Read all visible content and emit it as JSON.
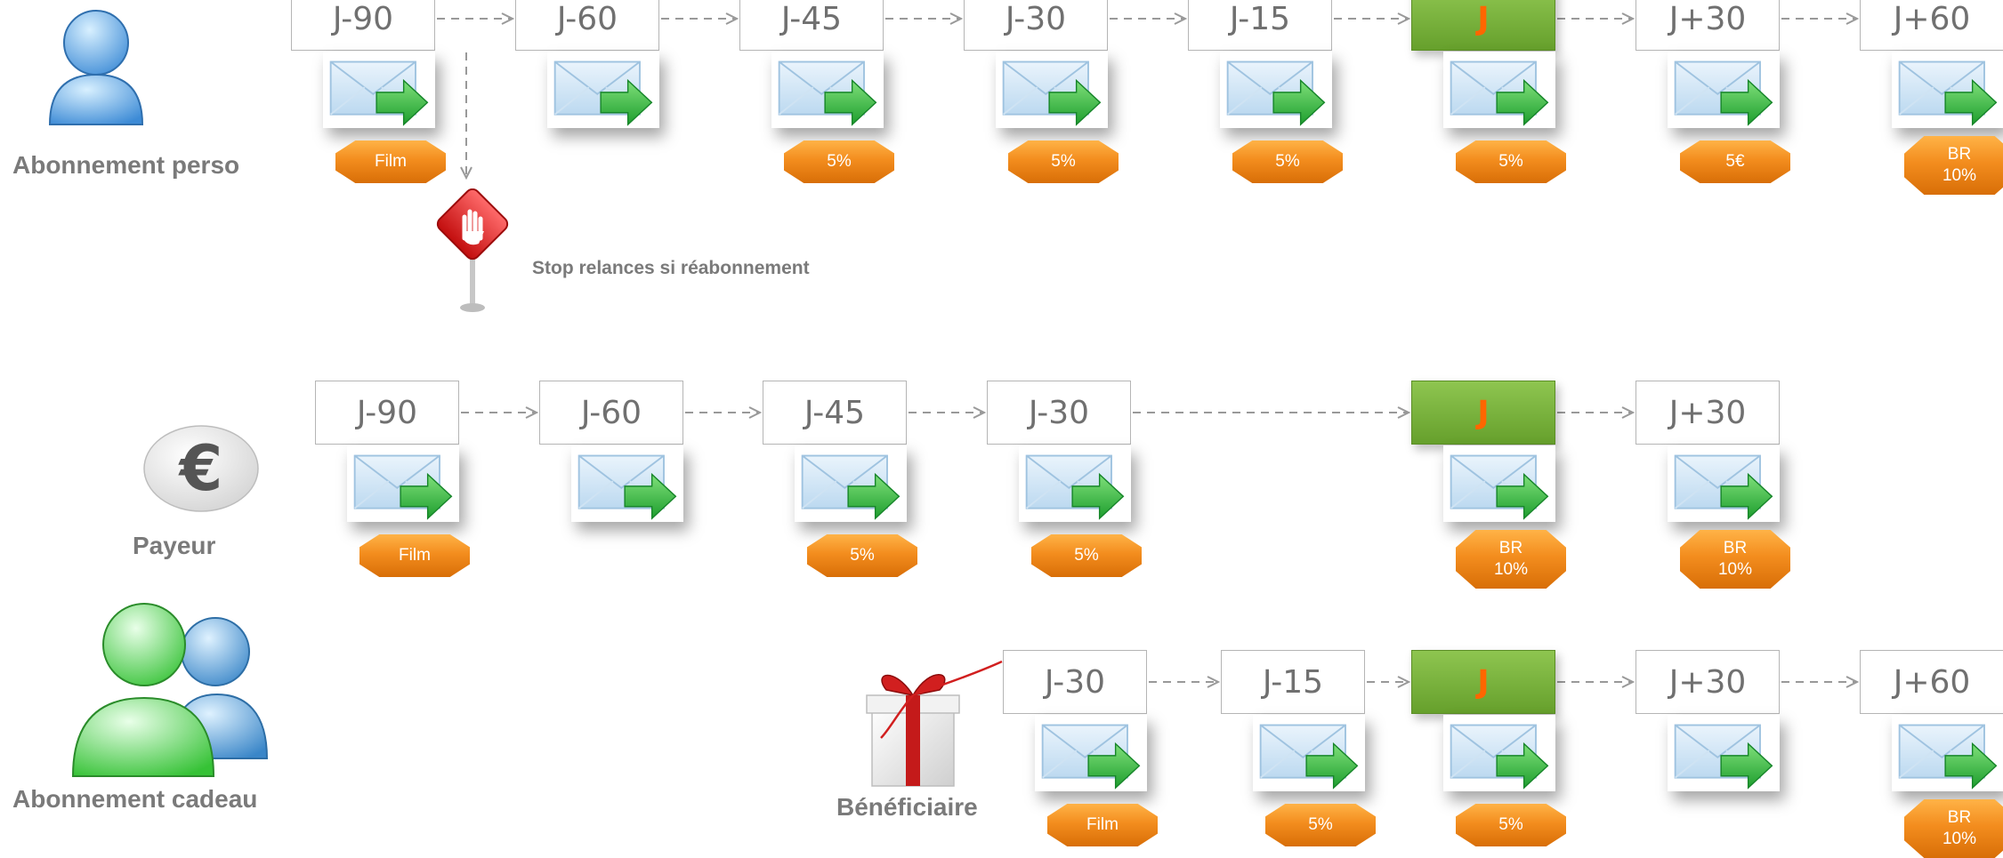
{
  "colors": {
    "box_border": "#b5b5b5",
    "box_text": "#707070",
    "deadline_fill": "#78b33a",
    "deadline_text": "#ff6600",
    "badge_fill": "#f38d1e",
    "connector": "#999999",
    "label_text": "#7a7a7a"
  },
  "tracks": [
    {
      "label": "Abonnement perso",
      "icon": "person-icon",
      "steps": [
        {
          "day": "J-90",
          "mail": true,
          "badge": "Film"
        },
        {
          "day": "J-60",
          "mail": true,
          "badge": ""
        },
        {
          "day": "J-45",
          "mail": true,
          "badge": "5%"
        },
        {
          "day": "J-30",
          "mail": true,
          "badge": "5%"
        },
        {
          "day": "J-15",
          "mail": true,
          "badge": "5%"
        },
        {
          "day": "J",
          "deadline": true,
          "mail": true,
          "badge": "5%"
        },
        {
          "day": "J+30",
          "mail": true,
          "badge": "5€"
        },
        {
          "day": "J+60",
          "mail": true,
          "badge": "BR\n10%"
        }
      ],
      "note": "Stop relances si réabonnement"
    },
    {
      "label": "Payeur",
      "icon": "euro-icon",
      "steps": [
        {
          "day": "J-90",
          "mail": true,
          "badge": "Film"
        },
        {
          "day": "J-60",
          "mail": true,
          "badge": ""
        },
        {
          "day": "J-45",
          "mail": true,
          "badge": "5%"
        },
        {
          "day": "J-30",
          "mail": true,
          "badge": "5%"
        },
        {
          "day": "J",
          "deadline": true,
          "mail": true,
          "badge": "BR\n10%"
        },
        {
          "day": "J+30",
          "mail": true,
          "badge": "BR\n10%"
        }
      ]
    },
    {
      "label": "Abonnement cadeau",
      "icon": "people-icon",
      "secondary_label": "Bénéficiaire",
      "secondary_icon": "gift-icon",
      "steps": [
        {
          "day": "J-30",
          "mail": true,
          "badge": "Film"
        },
        {
          "day": "J-15",
          "mail": true,
          "badge": "5%"
        },
        {
          "day": "J",
          "deadline": true,
          "mail": true,
          "badge": "5%"
        },
        {
          "day": "J+30",
          "mail": true,
          "badge": ""
        },
        {
          "day": "J+60",
          "mail": true,
          "badge": "BR\n10%"
        }
      ]
    }
  ]
}
